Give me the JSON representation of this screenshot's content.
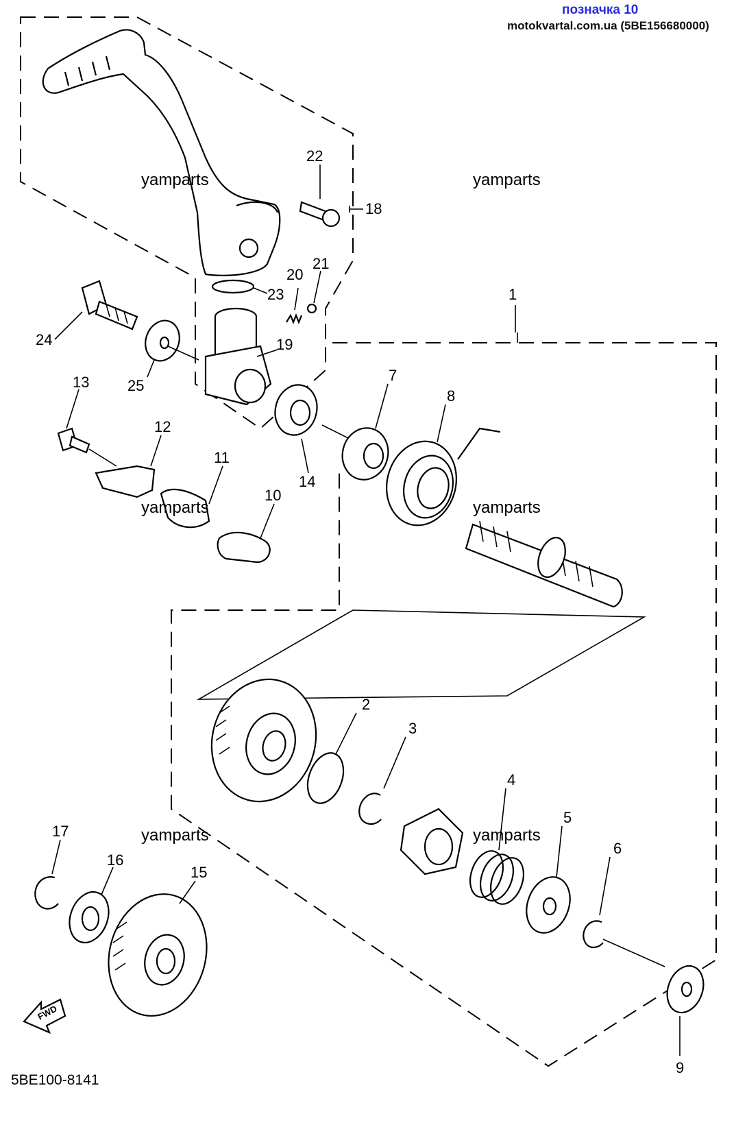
{
  "header": {
    "badge": "позначка 10",
    "badge_color": "#2a2adf",
    "source": "motokvartal.com.ua (5BE156680000)"
  },
  "diagram_code": "5BE100-8141",
  "fwd_label": "FWD",
  "watermarks": [
    "yamparts",
    "yamparts",
    "yamparts",
    "yamparts",
    "yamparts",
    "yamparts"
  ],
  "callouts": {
    "c1": "1",
    "c2": "2",
    "c3": "3",
    "c4": "4",
    "c5": "5",
    "c6": "6",
    "c7": "7",
    "c8": "8",
    "c9": "9",
    "c10": "10",
    "c11": "11",
    "c12": "12",
    "c13": "13",
    "c14": "14",
    "c15": "15",
    "c16": "16",
    "c17": "17",
    "c18": "18",
    "c19": "19",
    "c20": "20",
    "c21": "21",
    "c22": "22",
    "c23": "23",
    "c24": "24",
    "c25": "25"
  }
}
